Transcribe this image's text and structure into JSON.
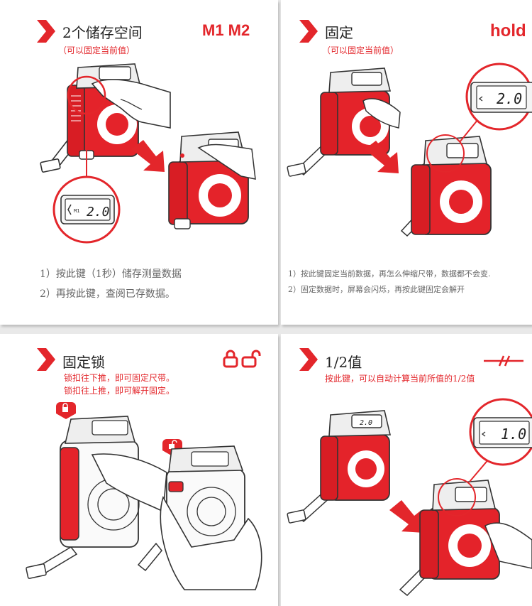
{
  "colors": {
    "accent": "#e3262b",
    "tape_red": "#e4232a",
    "ink": "#333333"
  },
  "panels": {
    "memory": {
      "title": "2个储存空间",
      "subtitle": "（可以固定当前值）",
      "tag": "M1  M2",
      "display_value": "2.0",
      "display_unit": "M1",
      "icons": [
        "chevron-right-icon",
        "tape-measure-icon",
        "hand-icon",
        "arrow-down-right-icon",
        "magnify-icon"
      ],
      "steps": [
        "1）按此键（1秒）储存测量数据",
        "2）再按此键，查阅已存数据。"
      ]
    },
    "hold": {
      "title": "固定",
      "subtitle": "（可以固定当前值）",
      "tag": "hold",
      "display_value": "2.0",
      "steps": [
        "1）按此键固定当前数据，再怎么伸缩尺带，数据都不会变.",
        "2）固定数据时，屏幕会闪烁，再按此键固定会解开"
      ]
    },
    "lock": {
      "title": "固定锁",
      "lines": [
        "锁扣往下推，即可固定尺带。",
        "锁扣往上推，即可解开固定。"
      ],
      "icons": [
        "lock-closed-icon",
        "lock-open-icon"
      ]
    },
    "half": {
      "title": "1/2值",
      "subtitle": "按此键，可以自动计算当前所值的1/2值",
      "display_value": "1.0",
      "display_value_small": "2.0",
      "icons": [
        "half-value-icon"
      ]
    }
  }
}
